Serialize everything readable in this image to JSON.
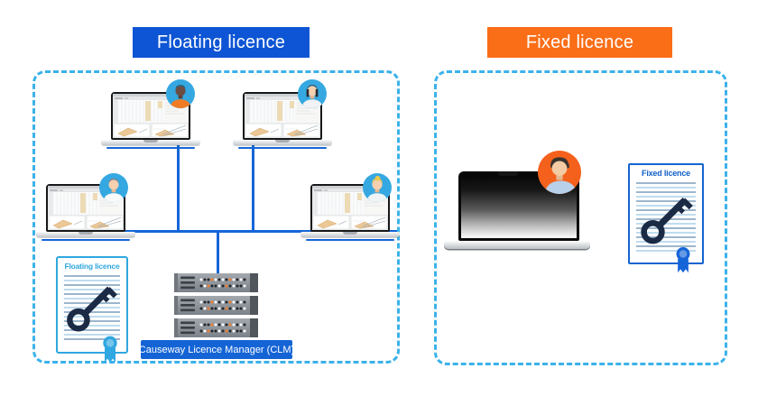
{
  "banners": {
    "floating": {
      "label": "Floating licence",
      "color": "#0d55d4"
    },
    "fixed": {
      "label": "Fixed licence",
      "color": "#fa6e18"
    }
  },
  "left_panel": {
    "workstations": [
      {
        "icon": "laptop-icon",
        "user_icon": "user-avatar-icon",
        "user": "man-dark-skin-orange-shirt"
      },
      {
        "icon": "laptop-icon",
        "user_icon": "user-avatar-icon",
        "user": "woman-dark-hair"
      },
      {
        "icon": "laptop-icon",
        "user_icon": "user-avatar-icon",
        "user": "man-red-hair"
      },
      {
        "icon": "laptop-icon",
        "user_icon": "user-avatar-icon",
        "user": "woman-blonde-hair"
      }
    ],
    "server": {
      "label": "Causeway Licence Manager (CLM)",
      "units": 3,
      "icon": "server-rack-icon"
    },
    "certificate": {
      "title": "Floating licence",
      "icons": [
        "key-icon",
        "ribbon-seal-icon"
      ],
      "accent": "#2fa7e0"
    }
  },
  "right_panel": {
    "workstation": {
      "icon": "laptop-icon",
      "user_icon": "user-avatar-icon",
      "user": "man-dark-hair-blue-shirt"
    },
    "certificate": {
      "title": "Fixed licence",
      "icons": [
        "key-icon",
        "ribbon-seal-icon"
      ],
      "accent": "#1565d0"
    }
  },
  "colors": {
    "connection_line": "#1565d8",
    "dashed_border": "#3ab2ea",
    "key": "#1b2b45",
    "avatar_circle_blue": "#35a8e1",
    "avatar_circle_orange": "#f4611d",
    "clm_label_bg": "#1464d6"
  }
}
